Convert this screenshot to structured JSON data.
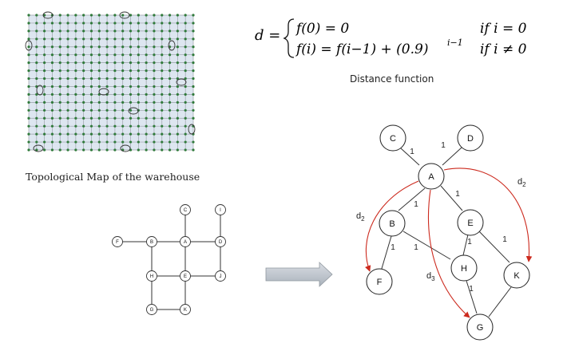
{
  "warehouse_map": {
    "caption": "Topological Map of the warehouse"
  },
  "distance_function": {
    "lhs": "d =",
    "case1_expr": "f(0)  =  0",
    "case1_cond": "if i = 0",
    "case2_lhs": "f(i)  =  f(i−1)  +  (0.9)",
    "case2_exp": "i−1",
    "case2_cond": "if i ≠ 0",
    "caption": "Distance function"
  },
  "small_graph": {
    "nodes": [
      "C",
      "I",
      "F",
      "B",
      "A",
      "D",
      "H",
      "E",
      "J",
      "G",
      "K"
    ]
  },
  "arrow_icon": "right-arrow",
  "weighted_graph": {
    "nodes": [
      "C",
      "D",
      "A",
      "B",
      "E",
      "H",
      "F",
      "K",
      "G"
    ],
    "weights": [
      "1",
      "1",
      "1",
      "1",
      "1",
      "1",
      "1",
      "1",
      "1"
    ],
    "distance_labels": {
      "d2_left_base": "d",
      "d2_left_sub": "2",
      "d2_right_base": "d",
      "d2_right_sub": "2",
      "d3_base": "d",
      "d3_sub": "3"
    },
    "colors": {
      "node_stroke": "#222222",
      "edge": "#333333",
      "highlight": "#cc2a1e"
    }
  }
}
